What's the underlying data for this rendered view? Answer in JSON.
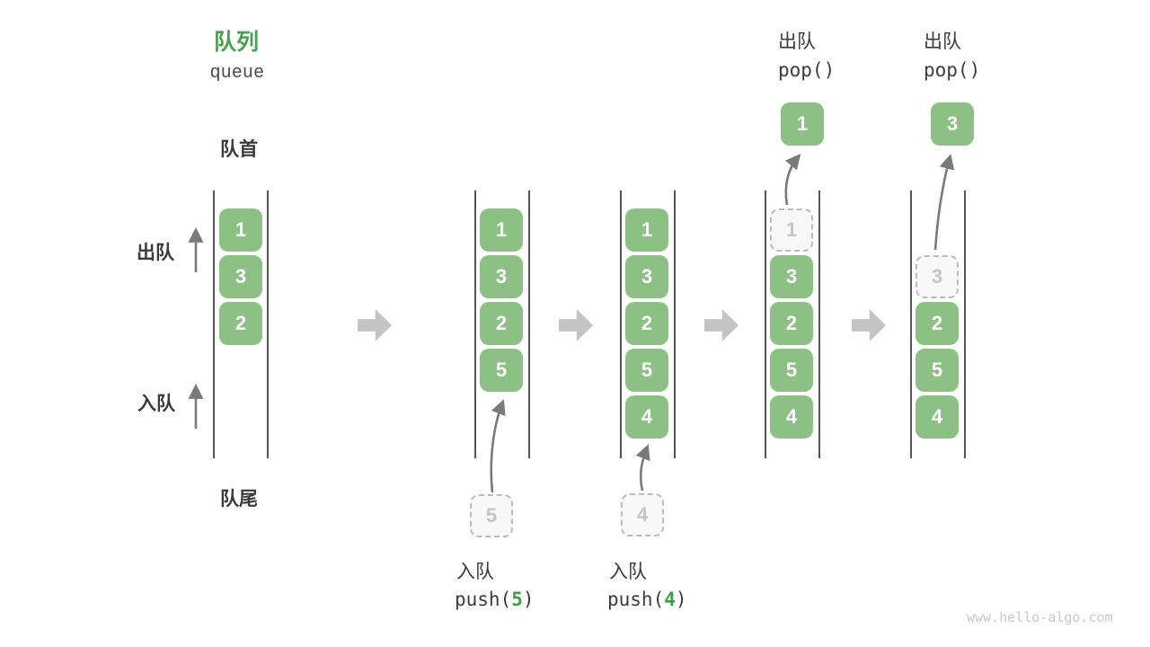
{
  "header": {
    "title": "队列",
    "subtitle": "queue"
  },
  "labels": {
    "front": "队首",
    "rear": "队尾",
    "dequeue": "出队",
    "enqueue": "入队"
  },
  "ops": {
    "pop1": {
      "label": "出队",
      "code": "pop()"
    },
    "pop2": {
      "label": "出队",
      "code": "pop()"
    },
    "push5": {
      "label": "入队",
      "fn": "push(",
      "arg": "5",
      "close": ")"
    },
    "push4": {
      "label": "入队",
      "fn": "push(",
      "arg": "4",
      "close": ")"
    }
  },
  "columns": [
    {
      "name": "state-initial",
      "cells": [
        {
          "v": "1",
          "t": "filled"
        },
        {
          "v": "3",
          "t": "filled"
        },
        {
          "v": "2",
          "t": "filled"
        }
      ]
    },
    {
      "name": "state-after-push5",
      "cells": [
        {
          "v": "1",
          "t": "filled"
        },
        {
          "v": "3",
          "t": "filled"
        },
        {
          "v": "2",
          "t": "filled"
        },
        {
          "v": "5",
          "t": "filled"
        }
      ],
      "staged": {
        "v": "5"
      }
    },
    {
      "name": "state-after-push4",
      "cells": [
        {
          "v": "1",
          "t": "filled"
        },
        {
          "v": "3",
          "t": "filled"
        },
        {
          "v": "2",
          "t": "filled"
        },
        {
          "v": "5",
          "t": "filled"
        },
        {
          "v": "4",
          "t": "filled"
        }
      ],
      "staged": {
        "v": "4"
      }
    },
    {
      "name": "state-after-pop1",
      "cells": [
        {
          "v": "1",
          "t": "dashed"
        },
        {
          "v": "3",
          "t": "filled"
        },
        {
          "v": "2",
          "t": "filled"
        },
        {
          "v": "5",
          "t": "filled"
        },
        {
          "v": "4",
          "t": "filled"
        }
      ],
      "popped": {
        "v": "1"
      }
    },
    {
      "name": "state-after-pop3",
      "cells": [
        {
          "v": "3",
          "t": "dashed"
        },
        {
          "v": "2",
          "t": "filled"
        },
        {
          "v": "5",
          "t": "filled"
        },
        {
          "v": "4",
          "t": "filled"
        }
      ],
      "popped": {
        "v": "3"
      }
    }
  ],
  "colors": {
    "box_green": "#8cc084",
    "title_green": "#48a14e",
    "code_arg_green": "#3f9b45",
    "channel_line": "#555555",
    "arrow_gray": "#7a7a7a",
    "block_arrow_gray": "#c4c4c4",
    "dashed_border": "#bbbbbb",
    "dashed_text": "#c5c5c5",
    "text_dark": "#3c3c3c",
    "watermark_gray": "#c9c9c9"
  },
  "watermark": "www.hello-algo.com"
}
